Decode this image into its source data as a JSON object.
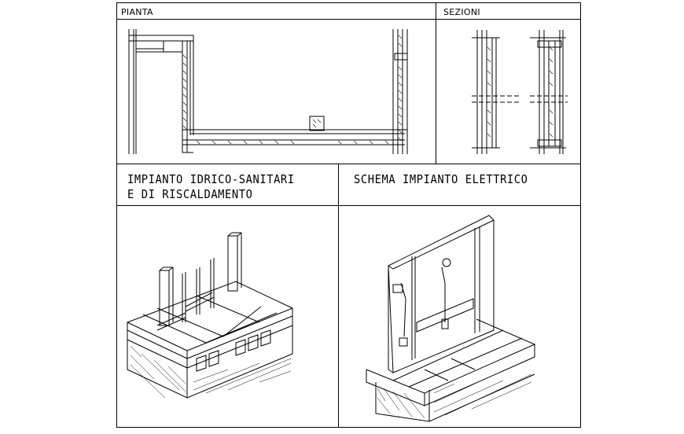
{
  "sheet": {
    "pianta_title": "PIANTA",
    "sezioni_title": "SEZIONI",
    "idrico_title_line1": "IMPIANTO IDRICO-SANITARI",
    "idrico_title_line2": "E DI RISCALDAMENTO",
    "elettrico_title": "SCHEMA IMPIANTO ELETTRICO"
  }
}
